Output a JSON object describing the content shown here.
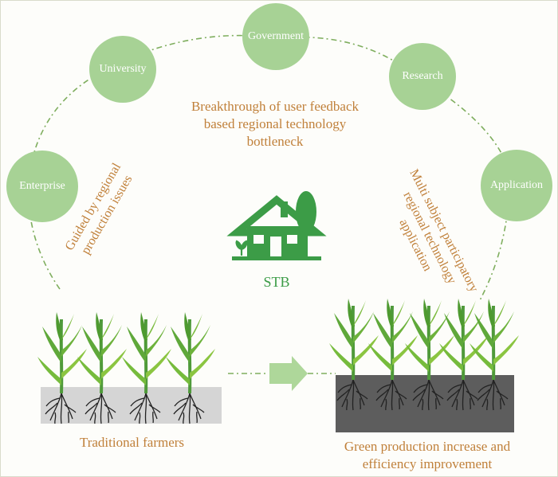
{
  "nodes": {
    "government": "Government",
    "university": "University",
    "research": "Research",
    "enterprise": "Enterprise",
    "application": "Application"
  },
  "center_text": "Breakthrough of user feedback based regional technology bottleneck",
  "left_arc_text": "Guided by regional production issues",
  "right_arc_text": "Multi subject participatory regional technology application",
  "hub_label": "STB",
  "bottom_left_label": "Traditional farmers",
  "bottom_right_label": "Green production increase and efficiency improvement",
  "colors": {
    "node_fill": "#a7d295",
    "accent_green": "#3c9c47",
    "text_orange": "#c0803a",
    "dashed_line": "#7fae5e",
    "light_soil": "#d5d5d5",
    "dark_soil": "#5d5d5d"
  }
}
